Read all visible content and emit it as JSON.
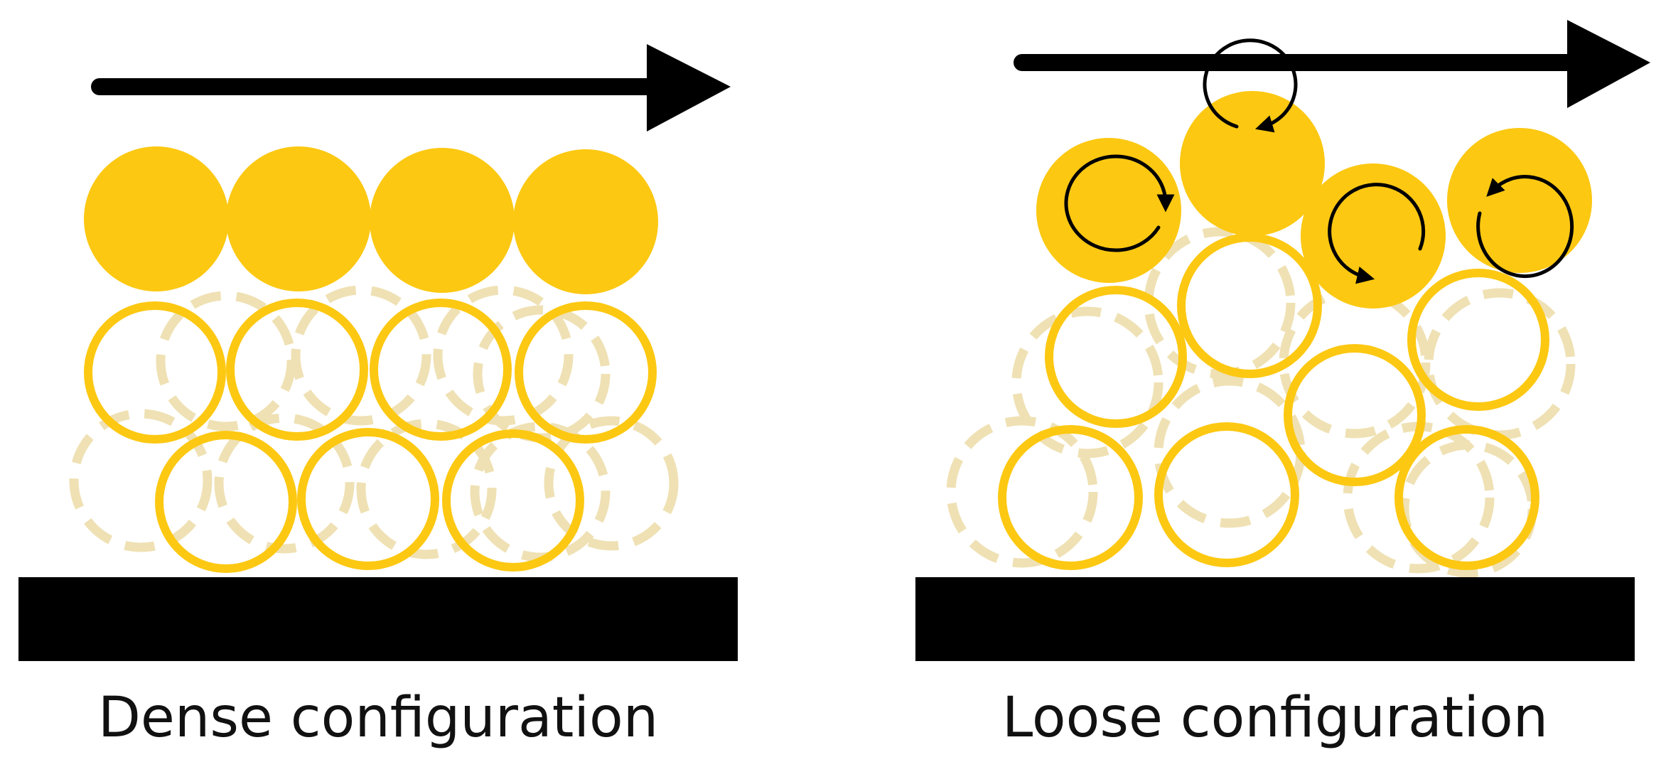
{
  "colors": {
    "grain": "#FCC812",
    "ghost_grain": "#EFE1B4",
    "substrate": "#000000",
    "arrow": "#000000",
    "background": "#FFFFFF"
  },
  "panels": [
    {
      "key": "dense",
      "caption": "Dense configuration",
      "flow_arrow": "shear-flow-arrow",
      "grain_rows": {
        "top_moving_grains": 4,
        "middle_row_grains": 4,
        "bottom_row_grains": 3
      },
      "rotating_grains": 0
    },
    {
      "key": "loose",
      "caption": "Loose configuration",
      "flow_arrow": "shear-flow-arrow",
      "grain_rows": {
        "top_moving_grains": 4,
        "middle_row_grains": 4,
        "bottom_row_grains": 3
      },
      "rotating_grains": 4
    }
  ],
  "icons": {
    "rotation": "circular-rotation-arrow-icon",
    "flow": "shear-flow-arrow"
  }
}
